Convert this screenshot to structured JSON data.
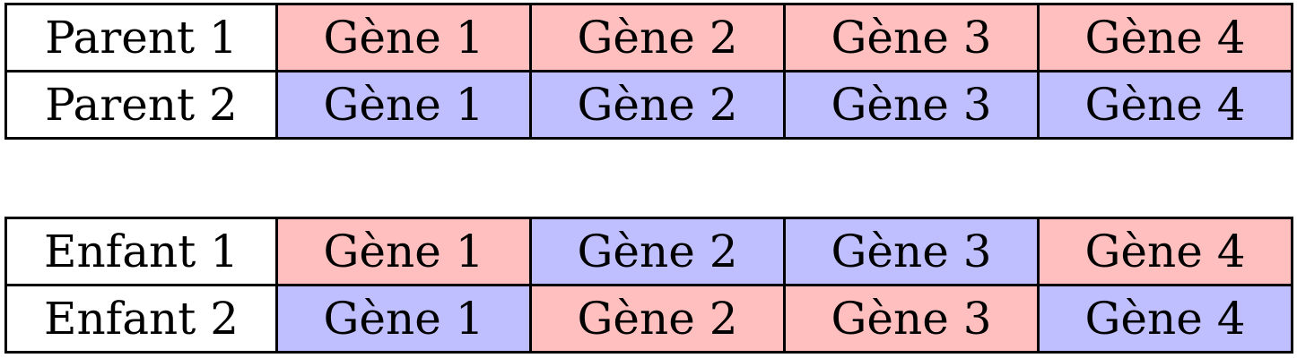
{
  "colors": {
    "parent1": "#ffbfbf",
    "parent2": "#bfbfff",
    "label_background": "#ffffff",
    "border": "#000000"
  },
  "parents": {
    "rows": [
      {
        "label": "Parent 1",
        "genes": [
          {
            "text": "Gène 1",
            "origin": "parent1"
          },
          {
            "text": "Gène 2",
            "origin": "parent1"
          },
          {
            "text": "Gène 3",
            "origin": "parent1"
          },
          {
            "text": "Gène 4",
            "origin": "parent1"
          }
        ]
      },
      {
        "label": "Parent 2",
        "genes": [
          {
            "text": "Gène 1",
            "origin": "parent2"
          },
          {
            "text": "Gène 2",
            "origin": "parent2"
          },
          {
            "text": "Gène 3",
            "origin": "parent2"
          },
          {
            "text": "Gène 4",
            "origin": "parent2"
          }
        ]
      }
    ]
  },
  "children": {
    "rows": [
      {
        "label": "Enfant 1",
        "genes": [
          {
            "text": "Gène 1",
            "origin": "parent1"
          },
          {
            "text": "Gène 2",
            "origin": "parent2"
          },
          {
            "text": "Gène 3",
            "origin": "parent2"
          },
          {
            "text": "Gène 4",
            "origin": "parent1"
          }
        ]
      },
      {
        "label": "Enfant 2",
        "genes": [
          {
            "text": "Gène 1",
            "origin": "parent2"
          },
          {
            "text": "Gène 2",
            "origin": "parent1"
          },
          {
            "text": "Gène 3",
            "origin": "parent1"
          },
          {
            "text": "Gène 4",
            "origin": "parent2"
          }
        ]
      }
    ]
  }
}
